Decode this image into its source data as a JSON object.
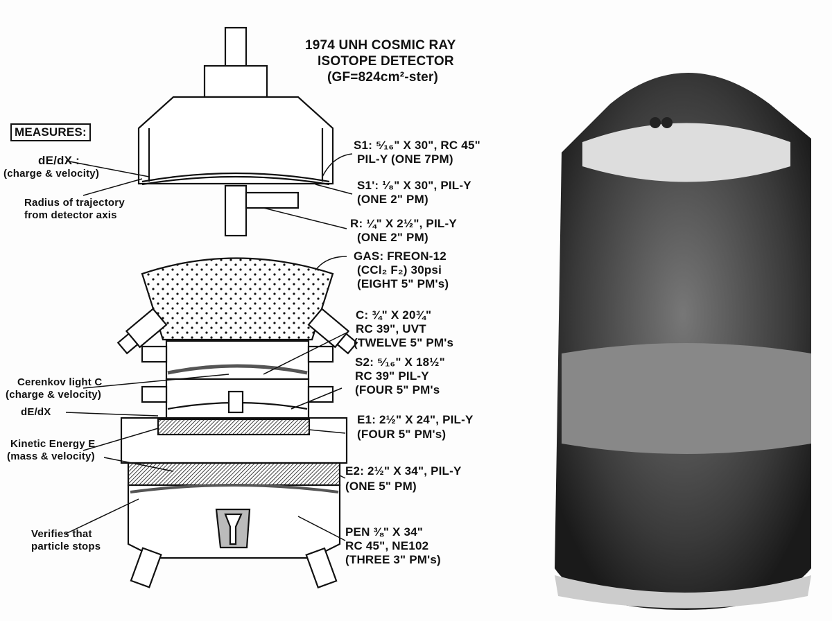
{
  "title": {
    "line1": "1974 UNH COSMIC RAY",
    "line2": "ISOTOPE DETECTOR",
    "line3": "(GF=824cm²-ster)"
  },
  "measures_label": "MEASURES:",
  "left_labels": {
    "dedx_top": "dE/dX :",
    "dedx_top_sub": "(charge & velocity)",
    "radius1": "Radius of trajectory",
    "radius2": "from detector axis",
    "cerenkov1": "Cerenkov light C",
    "cerenkov2": "(charge & velocity)",
    "dedx_bottom": "dE/dX",
    "kinetic1": "Kinetic Energy E",
    "kinetic2": "(mass & velocity)",
    "verifies1": "Verifies that",
    "verifies2": "particle stops"
  },
  "right_labels": {
    "s1_1": "S1: ⁵⁄₁₆\" X 30\", RC 45\"",
    "s1_2": "PIL-Y (ONE 7PM)",
    "s1p_1": "S1': ¹⁄₈\" X 30\", PIL-Y",
    "s1p_2": "(ONE 2\" PM)",
    "r_1": "R: ¼\" X 2½\", PIL-Y",
    "r_2": "(ONE 2\" PM)",
    "gas_1": "GAS: FREON-12",
    "gas_2": "(CCl₂ F₂) 30psi",
    "gas_3": "(EIGHT 5\" PM's)",
    "c_1": "C: ¾\" X 20¾\"",
    "c_2": "RC 39\", UVT",
    "c_3": "(TWELVE 5\" PM's",
    "s2_1": "S2: ⁵⁄₁₆\" X 18½\"",
    "s2_2": "RC 39\" PIL-Y",
    "s2_3": "(FOUR 5\" PM's",
    "e1_1": "E1: 2½\" X 24\", PIL-Y",
    "e1_2": "(FOUR 5\" PM's)",
    "e2_1": "E2: 2½\" X 34\", PIL-Y",
    "e2_2": "(ONE 5\" PM)",
    "pen_1": "PEN ⅜\" X 34\"",
    "pen_2": "RC 45\", NE102",
    "pen_3": "(THREE 3\" PM's)"
  }
}
